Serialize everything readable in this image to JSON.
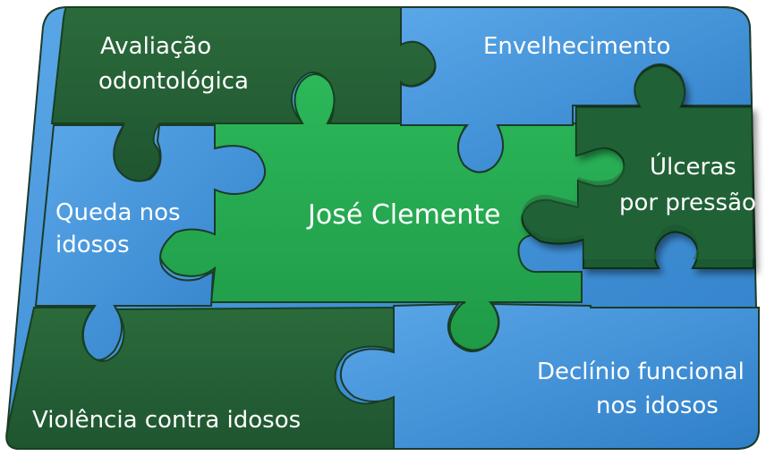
{
  "colors": {
    "dark_green": "#245f35",
    "dark_green_shadow": "#17401f",
    "bright_green": "#23a84e",
    "blue": "#3b8fd8",
    "blue_light": "#5aa7e8",
    "outline": "#1c3a2a"
  },
  "pieces": {
    "center": {
      "label": "José Clemente"
    },
    "top_left": {
      "line1": "Avaliação",
      "line2": "odontológica"
    },
    "top_right": {
      "line1": "Envelhecimento"
    },
    "right_raised": {
      "line1": "Úlceras",
      "line2": "por pressão"
    },
    "left": {
      "line1": "Queda nos",
      "line2": "idosos"
    },
    "bottom_left": {
      "line1": "Violência contra idosos"
    },
    "bottom_right": {
      "line1": "Declínio funcional",
      "line2": "nos idosos"
    }
  }
}
